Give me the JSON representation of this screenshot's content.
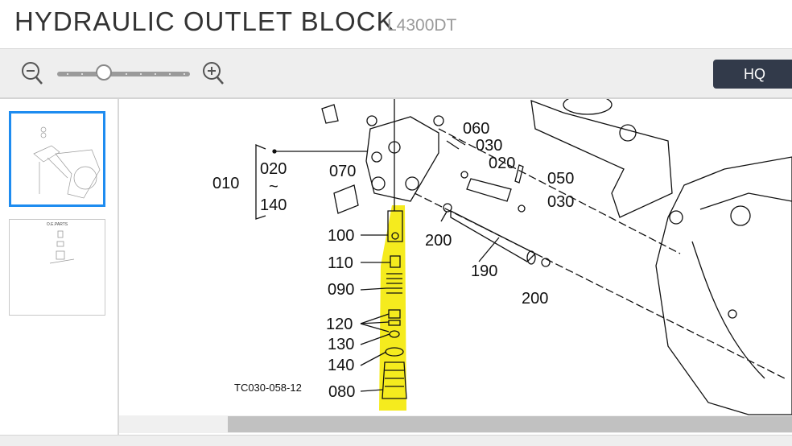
{
  "header": {
    "title": "HYDRAULIC OUTLET BLOCK",
    "model": "L4300DT"
  },
  "toolbar": {
    "zoom_level": 0.35,
    "hq_label": "HQ"
  },
  "thumbnails": [
    {
      "selected": true,
      "caption": ""
    },
    {
      "selected": false,
      "caption": "O.E.PARTS"
    }
  ],
  "diagram": {
    "code": "TC030-058-12",
    "highlight_color": "#f5eb1e",
    "callouts": {
      "c060": "060",
      "c030a": "030",
      "c020a": "020",
      "c050": "050",
      "c030b": "030",
      "c010": "010",
      "c020b": "020",
      "ctilde": "~",
      "c140a": "140",
      "c070": "070",
      "c100": "100",
      "c110": "110",
      "c090": "090",
      "c200a": "200",
      "c190": "190",
      "c200b": "200",
      "c120": "120",
      "c130": "130",
      "c140b": "140",
      "c080": "080"
    }
  }
}
